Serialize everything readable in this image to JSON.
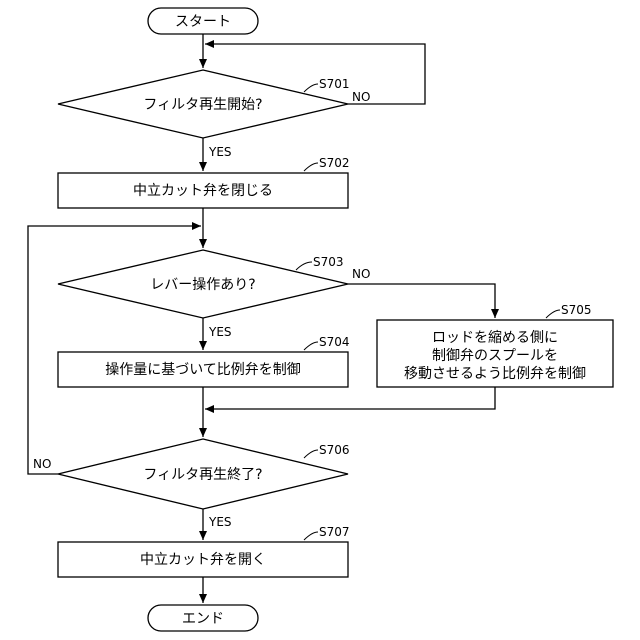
{
  "nodes": {
    "start": {
      "label": "スタート"
    },
    "s701": {
      "label": "フィルタ再生開始?",
      "step": "S701"
    },
    "s702": {
      "label": "中立カット弁を閉じる",
      "step": "S702"
    },
    "s703": {
      "label": "レバー操作あり?",
      "step": "S703"
    },
    "s704": {
      "label": "操作量に基づいて比例弁を制御",
      "step": "S704"
    },
    "s705": {
      "lines": [
        "ロッドを縮める側に",
        "制御弁のスプールを",
        "移動させるよう比例弁を制御"
      ],
      "step": "S705"
    },
    "s706": {
      "label": "フィルタ再生終了?",
      "step": "S706"
    },
    "s707": {
      "label": "中立カット弁を開く",
      "step": "S707"
    },
    "end": {
      "label": "エンド"
    }
  },
  "branches": {
    "s701_no": "NO",
    "s701_yes": "YES",
    "s703_no": "NO",
    "s703_yes": "YES",
    "s706_no": "NO",
    "s706_yes": "YES"
  }
}
